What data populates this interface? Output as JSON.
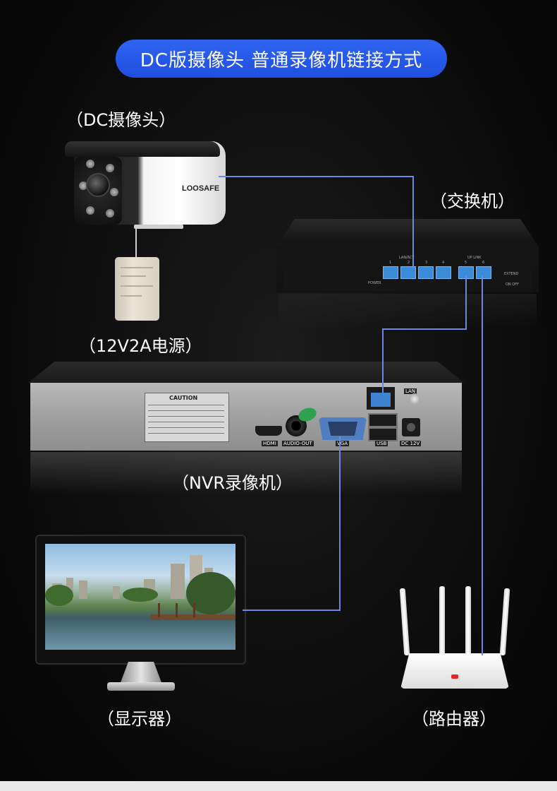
{
  "title": "DC版摄像头 普通录像机链接方式",
  "labels": {
    "camera": "（DC摄像头）",
    "switch": "（交换机）",
    "power": "（12V2A电源）",
    "nvr": "（NVR录像机）",
    "monitor": "（显示器）",
    "router": "（路由器）"
  },
  "camera_brand": "LOOSAFE",
  "nvr_panel": {
    "caution": "CAUTION",
    "hdmi": "HDMI",
    "audio_out": "AUDIO-OUT",
    "vga": "VGA",
    "usb": "USB",
    "dc": "DC 12V",
    "lan": "LAN"
  },
  "switch_panel": {
    "lan_act": "LAN/ACT",
    "uplink": "UP LINK",
    "power": "POWER",
    "extend": "EXTEND",
    "on_off": "ON  OFF",
    "ports": [
      "1",
      "2",
      "3",
      "4",
      "5",
      "6"
    ]
  },
  "colors": {
    "title_pill": "#2f64f0",
    "wire": "#6f86e8",
    "background": "#0d0d0d"
  }
}
